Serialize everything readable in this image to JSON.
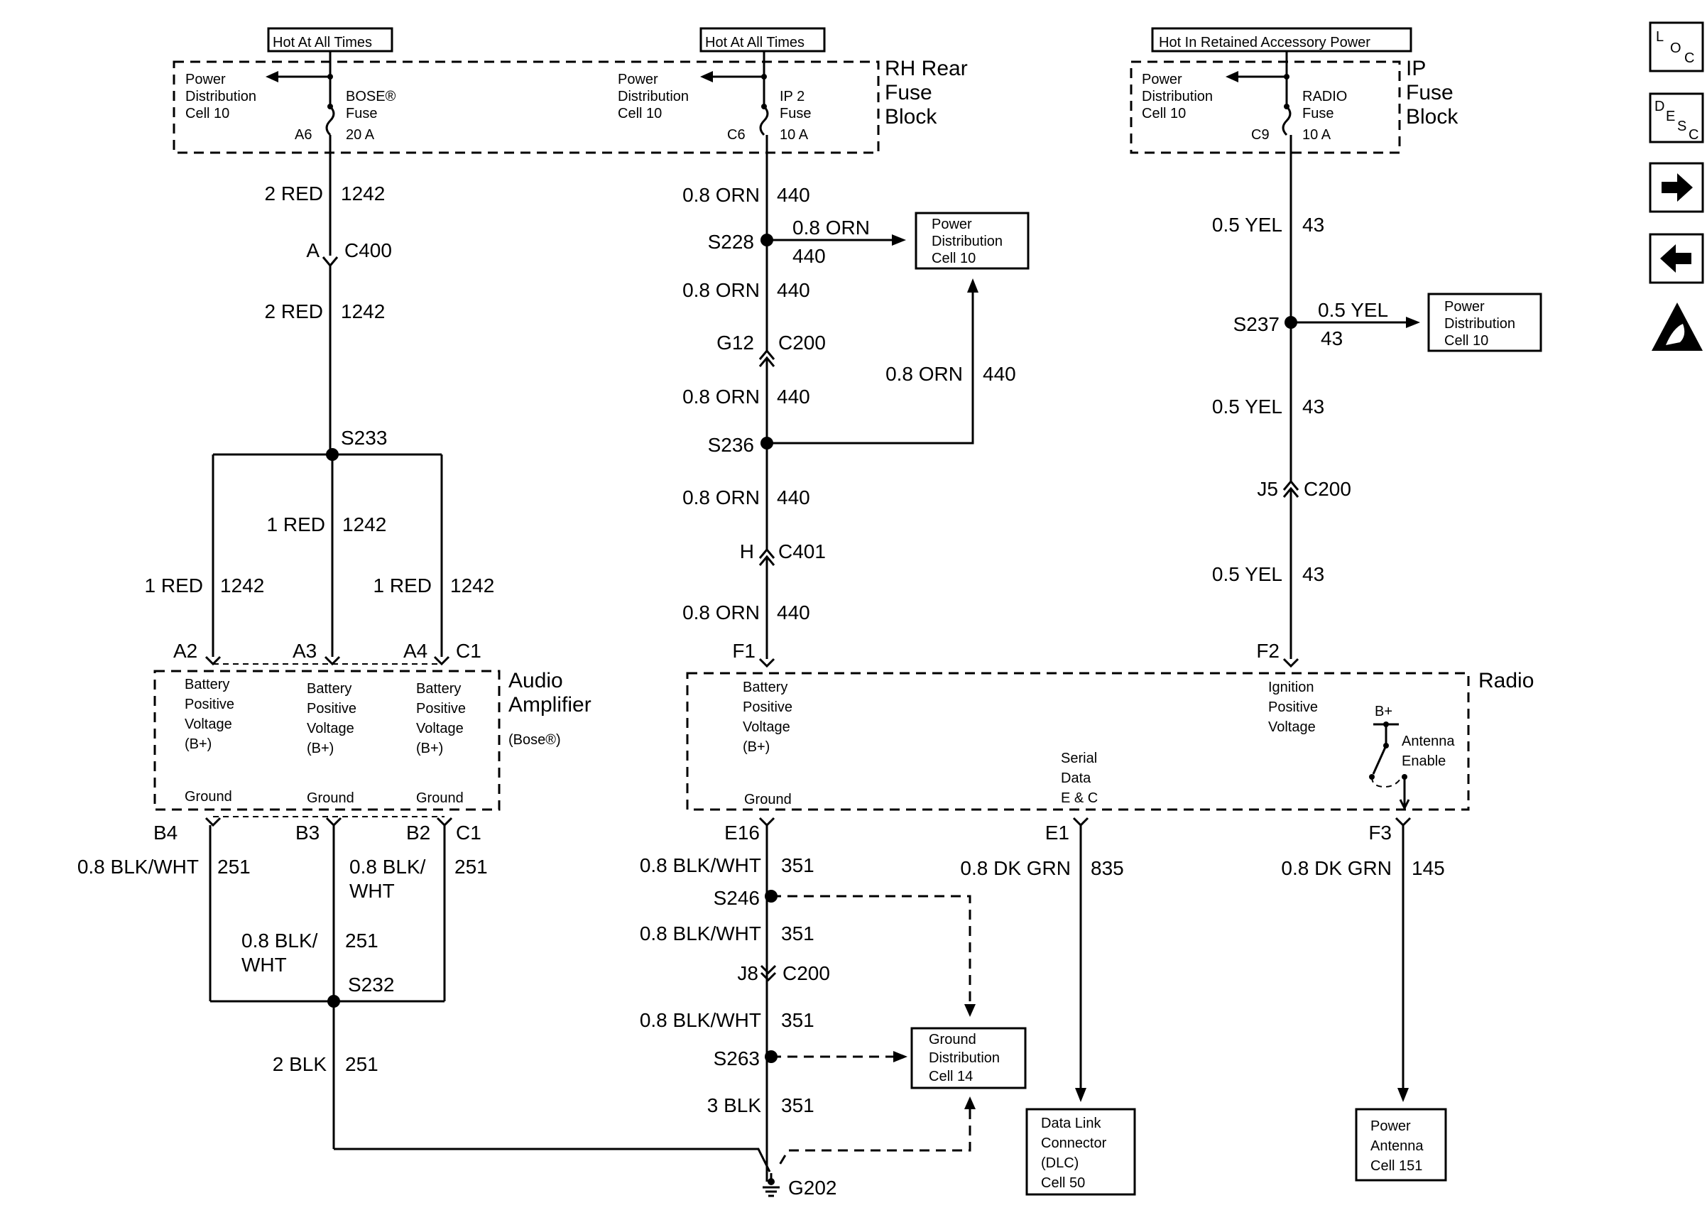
{
  "fuse_block_rh": {
    "label": [
      "RH Rear",
      "Fuse",
      "Block"
    ],
    "bose_feed": {
      "hot": "Hot At All Times",
      "pd": [
        "Power",
        "Distribution",
        "Cell 10"
      ],
      "fuse": [
        "BOSE®",
        "Fuse",
        "20 A"
      ],
      "pin": "A6"
    },
    "ip2_feed": {
      "hot": "Hot At All Times",
      "pd": [
        "Power",
        "Distribution",
        "Cell 10"
      ],
      "fuse": [
        "IP 2",
        "Fuse",
        "10 A"
      ],
      "pin": "C6"
    }
  },
  "fuse_block_ip": {
    "label": [
      "IP",
      "Fuse",
      "Block"
    ],
    "radio_feed": {
      "hot": "Hot In Retained Accessory Power",
      "pd": [
        "Power",
        "Distribution",
        "Cell 10"
      ],
      "fuse": [
        "RADIO",
        "Fuse",
        "10 A"
      ],
      "pin": "C9"
    }
  },
  "left_circuit": {
    "w1": [
      "2 RED",
      "1242"
    ],
    "c400": [
      "A",
      "C400"
    ],
    "w2": [
      "2 RED",
      "1242"
    ],
    "s233": "S233",
    "mid": [
      "1 RED",
      "1242"
    ],
    "left": [
      "1 RED",
      "1242"
    ],
    "right": [
      "1 RED",
      "1242"
    ],
    "pins_top": [
      "A2",
      "A3",
      "A4",
      "C1"
    ],
    "pins_bot": [
      "B4",
      "B3",
      "B2",
      "C1"
    ],
    "g_left": [
      "0.8 BLK/WHT",
      "251"
    ],
    "g_mid": [
      "0.8 BLK/",
      "WHT",
      "251"
    ],
    "g_right": [
      "0.8 BLK/",
      "WHT",
      "251"
    ],
    "s232": "S232",
    "g_main": [
      "2 BLK",
      "251"
    ]
  },
  "amplifier": {
    "label": [
      "Audio",
      "Amplifier"
    ],
    "sub": "(Bose®)",
    "bpv": [
      "Battery",
      "Positive",
      "Voltage",
      "(B+)"
    ],
    "ground": "Ground"
  },
  "center_circuit": {
    "w1": [
      "0.8 ORN",
      "440"
    ],
    "s228": "S228",
    "branch": [
      "0.8 ORN",
      "440"
    ],
    "w2": [
      "0.8 ORN",
      "440"
    ],
    "c200": [
      "G12",
      "C200"
    ],
    "w3": [
      "0.8 ORN",
      "440"
    ],
    "s236": "S236",
    "s236_branch": [
      "0.8 ORN",
      "440"
    ],
    "w4": [
      "0.8 ORN",
      "440"
    ],
    "c401": [
      "H",
      "C401"
    ],
    "w5": [
      "0.8 ORN",
      "440"
    ],
    "f1": "F1",
    "pd_box": [
      "Power",
      "Distribution",
      "Cell 10"
    ],
    "e16": "E16",
    "g1": [
      "0.8 BLK/WHT",
      "351"
    ],
    "s246": "S246",
    "g2": [
      "0.8 BLK/WHT",
      "351"
    ],
    "j8": [
      "J8",
      "C200"
    ],
    "g3": [
      "0.8 BLK/WHT",
      "351"
    ],
    "s263": "S263",
    "g4": [
      "3 BLK",
      "351"
    ],
    "gd_box": [
      "Ground",
      "Distribution",
      "Cell 14"
    ],
    "g202": "G202"
  },
  "radio": {
    "label": "Radio",
    "bpv": [
      "Battery",
      "Positive",
      "Voltage",
      "(B+)"
    ],
    "ground": "Ground",
    "serial": [
      "Serial",
      "Data",
      "E & C"
    ],
    "ign": [
      "Ignition",
      "Positive",
      "Voltage"
    ],
    "bplus": "B+",
    "ant": [
      "Antenna",
      "Enable"
    ],
    "e1": "E1",
    "f3": "F3"
  },
  "right_circuit": {
    "w1": [
      "0.5 YEL",
      "43"
    ],
    "s237": "S237",
    "branch": [
      "0.5 YEL",
      "43"
    ],
    "pd_box": [
      "Power",
      "Distribution",
      "Cell 10"
    ],
    "w2": [
      "0.5 YEL",
      "43"
    ],
    "c200": [
      "J5",
      "C200"
    ],
    "w3": [
      "0.5 YEL",
      "43"
    ],
    "f2": "F2"
  },
  "data_link": {
    "wire": [
      "0.8 DK GRN",
      "835"
    ],
    "box": [
      "Data Link",
      "Connector",
      "(DLC)",
      "Cell 50"
    ]
  },
  "antenna": {
    "wire": [
      "0.8 DK GRN",
      "145"
    ],
    "box": [
      "Power",
      "Antenna",
      "Cell 151"
    ]
  },
  "nav": {
    "loc": [
      "L",
      "O",
      "C"
    ],
    "desc": [
      "D",
      "E",
      "S",
      "C"
    ]
  }
}
